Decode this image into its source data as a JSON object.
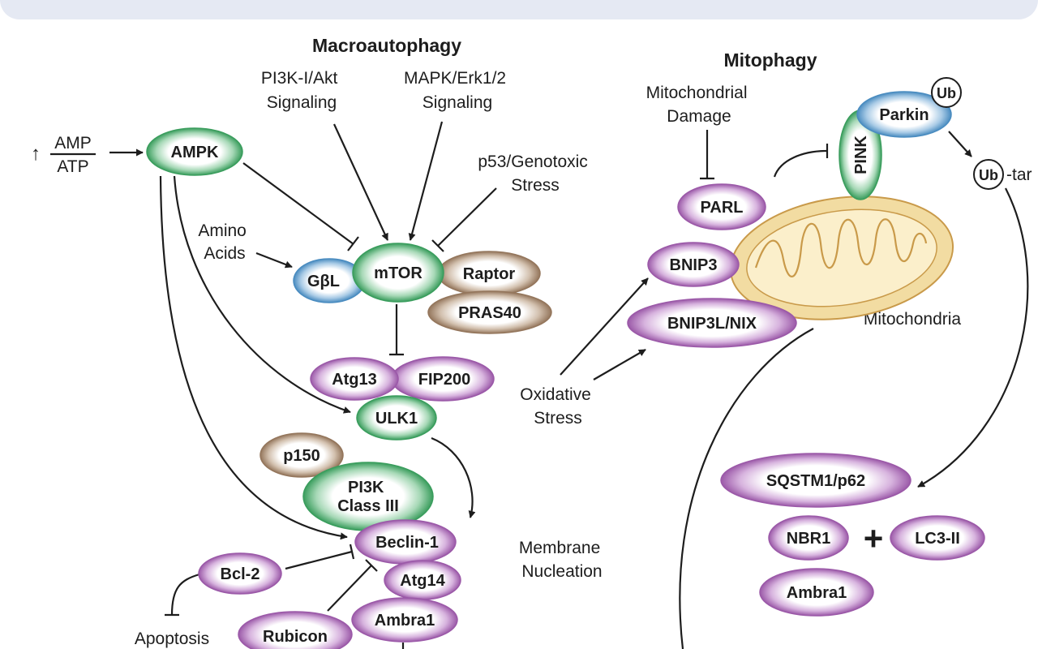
{
  "sections": {
    "left_title": "Macroautophagy",
    "right_title": "Mitophagy"
  },
  "labels": {
    "pi3k_akt": [
      "PI3K-I/Akt",
      "Signaling"
    ],
    "mapk_erk": [
      "MAPK/Erk1/2",
      "Signaling"
    ],
    "p53": [
      "p53/Genotoxic",
      "Stress"
    ],
    "amp": "AMP",
    "atp": "ATP",
    "amino_acids": [
      "Amino",
      "Acids"
    ],
    "membrane_nucleation": [
      "Membrane",
      "Nucleation"
    ],
    "apoptosis": "Apoptosis",
    "mito_damage": [
      "Mitochondrial",
      "Damage"
    ],
    "oxidative_stress": [
      "Oxidative",
      "Stress"
    ],
    "mitochondria": "Mitochondria",
    "ub_target": "-tar",
    "plus": "+"
  },
  "nodes": {
    "ampk": "AMPK",
    "gbl": "GβL",
    "mtor": "mTOR",
    "raptor": "Raptor",
    "pras40": "PRAS40",
    "atg13": "Atg13",
    "fip200": "FIP200",
    "ulk1": "ULK1",
    "p150": "p150",
    "pi3k_class3": [
      "PI3K",
      "Class III"
    ],
    "beclin1": "Beclin-1",
    "atg14": "Atg14",
    "ambra1_left": "Ambra1",
    "bcl2": "Bcl-2",
    "rubicon": "Rubicon",
    "parl": "PARL",
    "bnip3": "BNIP3",
    "bnip3l_nix": "BNIP3L/NIX",
    "pink": "PINK",
    "parkin": "Parkin",
    "ub_parkin": "Ub",
    "ub_target": "Ub",
    "sqstm1": "SQSTM1/p62",
    "nbr1": "NBR1",
    "lc3": "LC3-II",
    "ambra1_right": "Ambra1"
  },
  "colors": {
    "green": "#3a9d5d",
    "purple": "#9b59a8",
    "brown": "#94765c",
    "blue": "#4a8cc0",
    "mito_fill": "#f2dca2",
    "mito_stroke": "#c99a4a",
    "band": "#e5e9f3"
  }
}
